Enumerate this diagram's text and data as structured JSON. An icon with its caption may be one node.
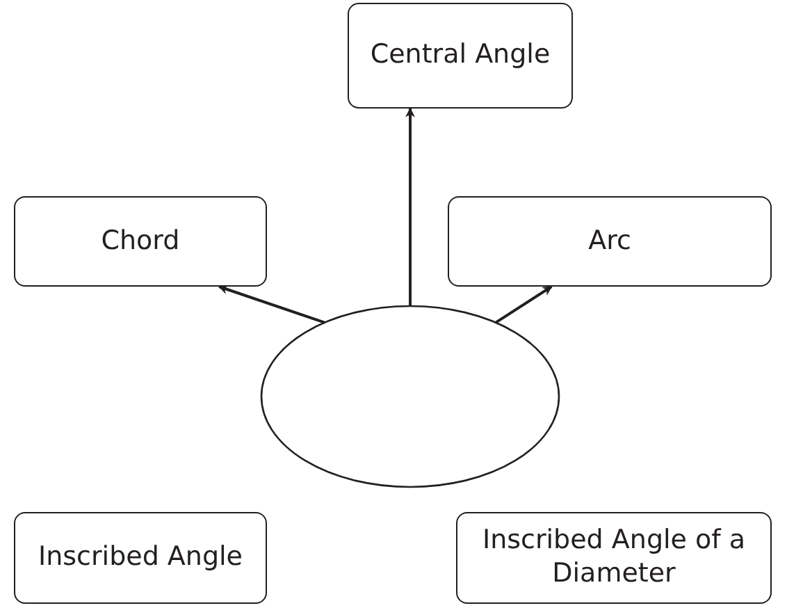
{
  "diagram": {
    "nodes": [
      {
        "text": [
          "Central Angle"
        ]
      },
      {
        "text": [
          "Chord"
        ]
      },
      {
        "text": [
          "Arc"
        ]
      },
      {
        "text": [],
        "shape": "ellipse"
      },
      {
        "text": [
          "Inscribed Angle"
        ]
      },
      {
        "text": [
          "Inscribed Angle of a Diameter"
        ]
      }
    ],
    "edges": [
      {
        "from": 3,
        "to": 0,
        "arrow": "to"
      },
      {
        "from": 3,
        "to": 1,
        "arrow": "to"
      },
      {
        "from": 3,
        "to": 2,
        "arrow": "to"
      }
    ]
  }
}
